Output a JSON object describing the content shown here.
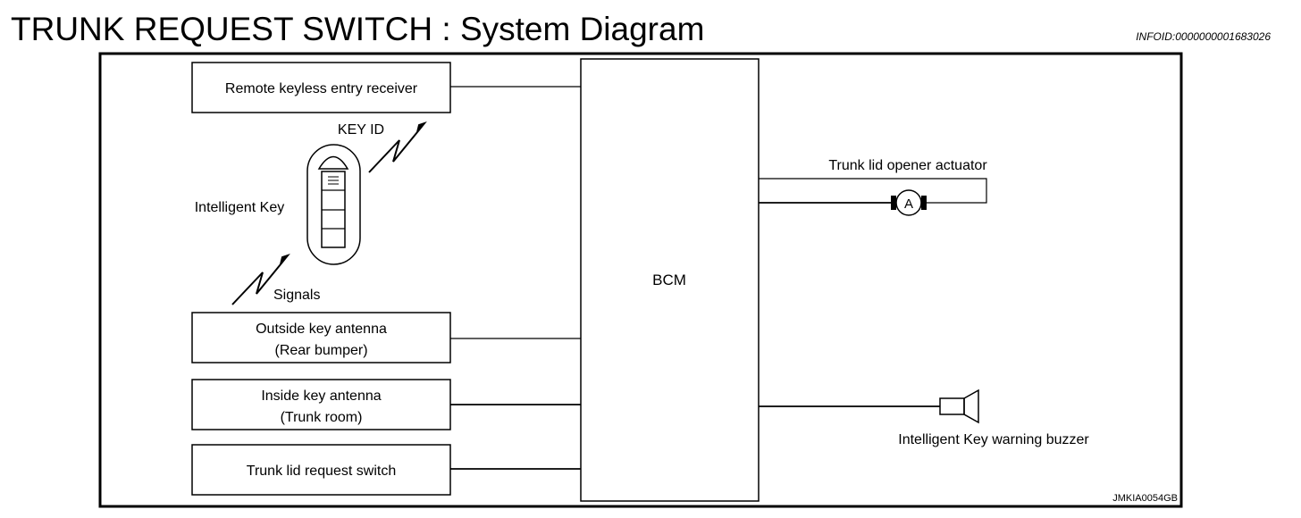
{
  "header": {
    "title": "TRUNK REQUEST SWITCH : System Diagram",
    "info_id": "INFOID:0000000001683026"
  },
  "diagram": {
    "figure_code": "JMKIA0054GB",
    "bcm_label": "BCM",
    "remote_keyless_receiver": "Remote keyless entry receiver",
    "key_id_label": "KEY ID",
    "intelligent_key_label": "Intelligent Key",
    "signals_label": "Signals",
    "outside_antenna_line1": "Outside key antenna",
    "outside_antenna_line2": "(Rear bumper)",
    "inside_antenna_line1": "Inside key antenna",
    "inside_antenna_line2": "(Trunk room)",
    "trunk_switch_label": "Trunk lid request switch",
    "actuator_label": "Trunk lid opener actuator",
    "actuator_symbol": "A",
    "buzzer_label": "Intelligent Key warning buzzer"
  }
}
